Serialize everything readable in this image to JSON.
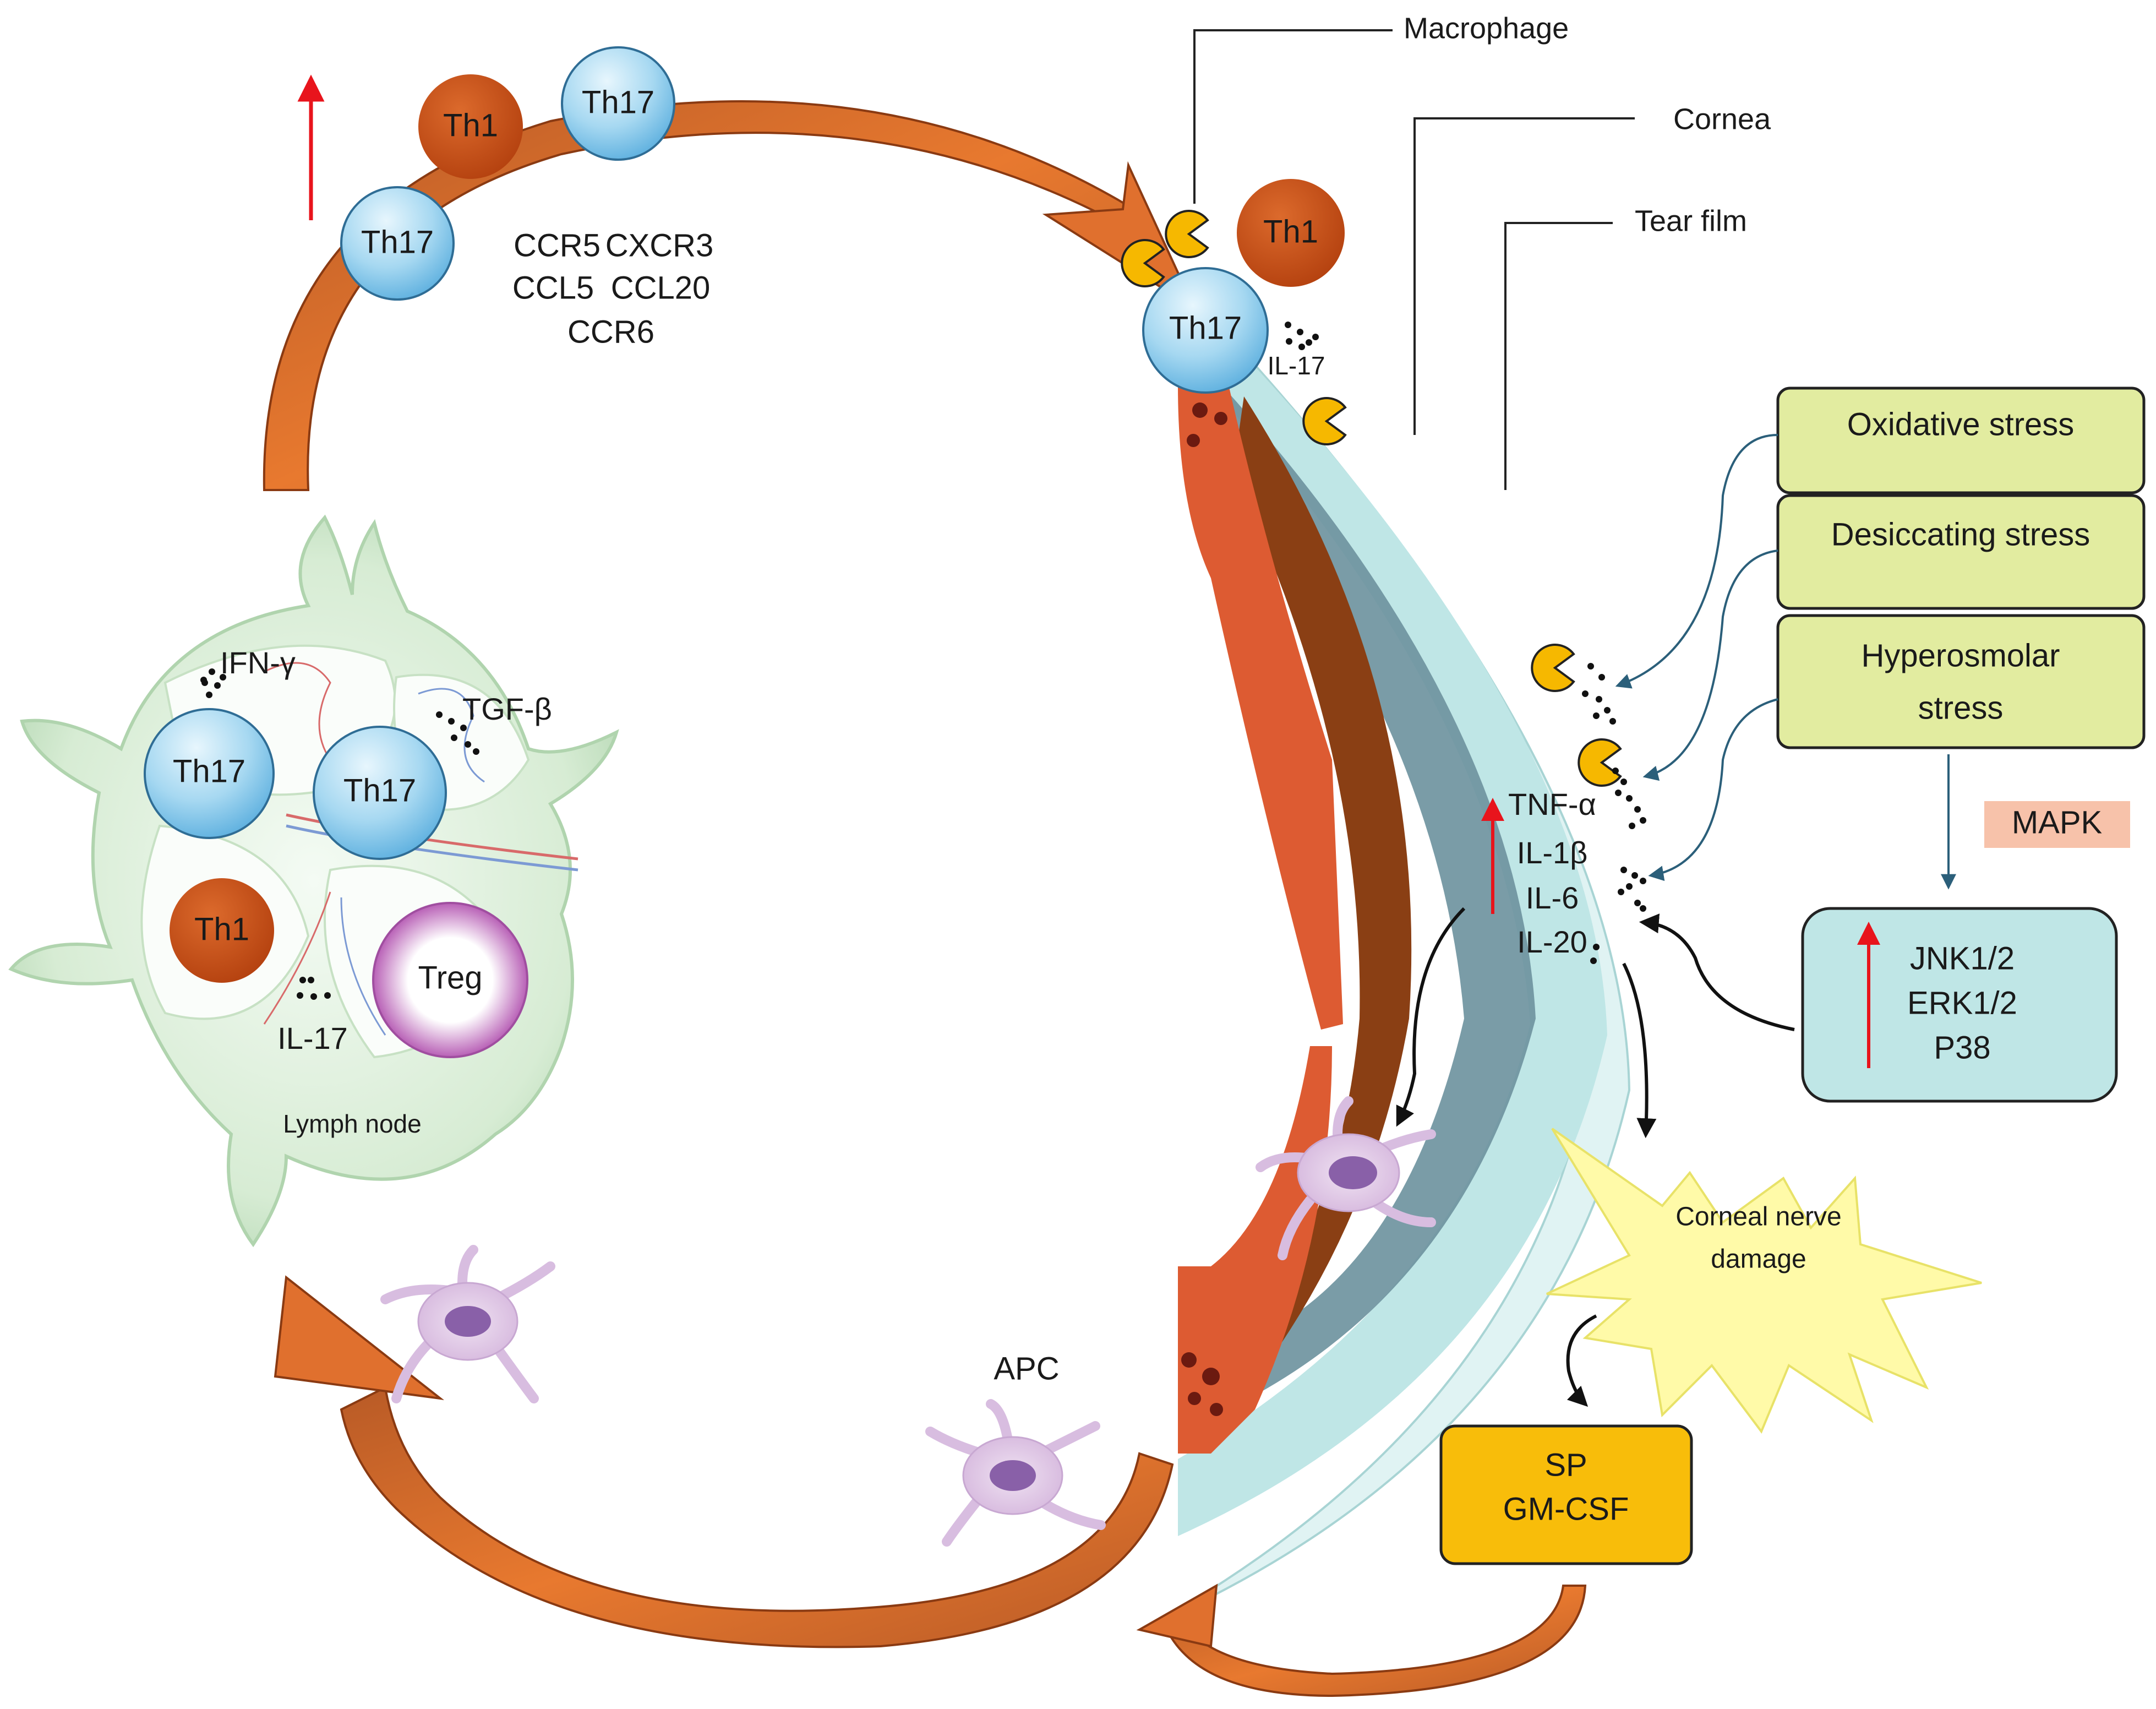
{
  "top_labels": {
    "macrophage": "Macrophage",
    "cornea": "Cornea",
    "tear_film": "Tear film"
  },
  "cells": {
    "th17": "Th17",
    "th1": "Th1",
    "treg": "Treg",
    "apc": "APC"
  },
  "chemokines": {
    "row1_a": "CCR5",
    "row1_b": "CXCR3",
    "row2_a": "CCL5",
    "row2_b": "CCL20",
    "row3": "CCR6"
  },
  "eye_il17": "IL-17",
  "lymph_node": {
    "label": "Lymph node",
    "ifn": "IFN-γ",
    "tgf": "TGF-β",
    "il17": "IL-17"
  },
  "stress_boxes": {
    "oxidative": "Oxidative stress",
    "desiccating": "Desiccating stress",
    "hyperosmolar_line1": "Hyperosmolar",
    "hyperosmolar_line2": "stress"
  },
  "mapk": {
    "label": "MAPK",
    "items": [
      "JNK1/2",
      "ERK1/2",
      "P38"
    ]
  },
  "cytokines": [
    "TNF-α",
    "IL-1β",
    "IL-6",
    "IL-20"
  ],
  "nerve_damage": {
    "line1": "Corneal nerve",
    "line2": "damage"
  },
  "neuropeptides": {
    "line1": "SP",
    "line2": "GM-CSF"
  },
  "colors": {
    "th17_blue": "#9ed3ef",
    "th1_orange": "#c8501a",
    "cycle_arrow": "#e0702e",
    "cornea_teal": "#bfe6e6",
    "stress_green": "#e2eca0",
    "mapk_box": "#bfe6e6",
    "nerve_yellow": "#fffaa8",
    "sp_box": "#f8bd0a",
    "increase_red": "#e8141c"
  }
}
